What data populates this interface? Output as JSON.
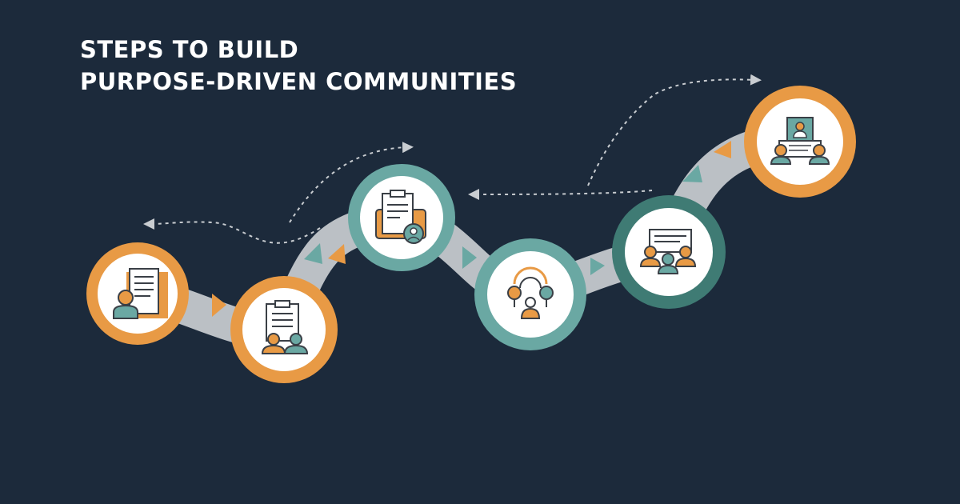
{
  "title": {
    "line1": "STEPS TO BUILD",
    "line2": "PURPOSE-DRIVEN COMMUNITIES"
  },
  "colors": {
    "background": "#1c2a3b",
    "orange": "#e89a45",
    "teal": "#6aa8a3",
    "dark_teal": "#3f7b74",
    "path": "#c9cdd1",
    "inner": "#ffffff"
  },
  "steps": [
    {
      "icon": "presenter-board-icon",
      "ring": "orange"
    },
    {
      "icon": "team-document-icon",
      "ring": "orange"
    },
    {
      "icon": "profile-document-icon",
      "ring": "teal"
    },
    {
      "icon": "award-badges-icon",
      "ring": "teal"
    },
    {
      "icon": "team-meeting-icon",
      "ring": "dark_teal"
    },
    {
      "icon": "video-conference-icon",
      "ring": "orange"
    }
  ]
}
